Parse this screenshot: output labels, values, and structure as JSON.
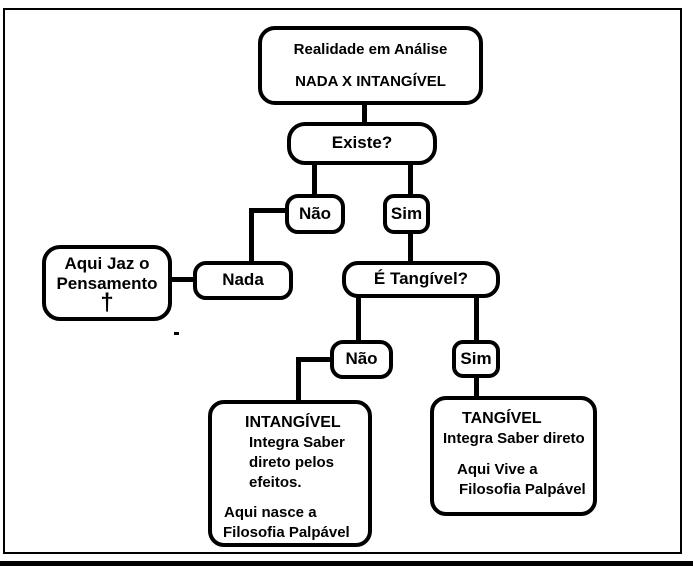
{
  "diagram": {
    "title_box": {
      "line1": "Realidade em Análise",
      "line2": "NADA X INTANGÍVEL"
    },
    "question1": "Existe?",
    "branch_no_1": "Não",
    "branch_yes_1": "Sim",
    "nada": "Nada",
    "pensamento": {
      "line1": "Aqui Jaz o",
      "line2": "Pensamento",
      "cross": "†"
    },
    "question2": "É Tangível?",
    "branch_no_2": "Não",
    "branch_yes_2": "Sim",
    "intangivel": {
      "lines": [
        "INTANGÍVEL",
        "Integra Saber",
        "direto pelos",
        "efeitos.",
        "Aqui nasce a",
        "Filosofia Palpável"
      ]
    },
    "tangivel": {
      "lines": [
        "TANGÍVEL",
        "Integra Saber direto",
        "Aqui Vive a",
        "Filosofia Palpável"
      ]
    }
  },
  "colors": {
    "line": "#000000",
    "background": "#ffffff"
  }
}
